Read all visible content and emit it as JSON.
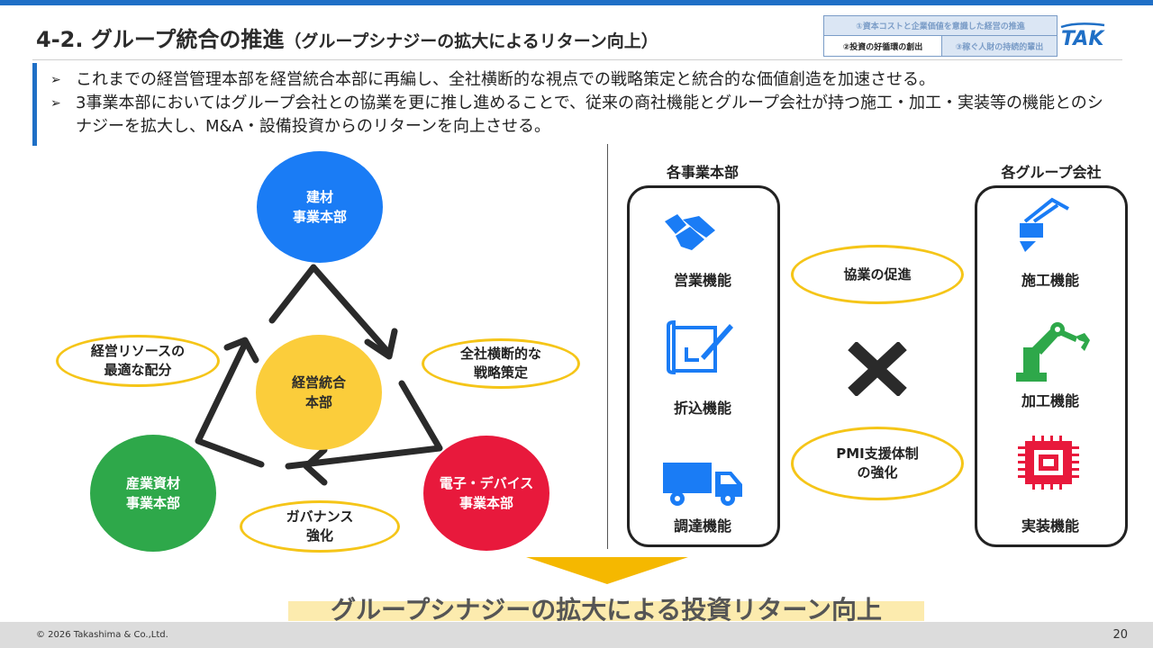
{
  "header": {
    "title_main": "4-2. グループ統合の推進",
    "title_sub": "（グループシナジーの拡大によるリターン向上）",
    "tags": {
      "tag1": "①資本コストと企業価値を意識した経営の推進",
      "tag2": "②投資の好循環の創出",
      "tag3": "③稼ぐ人財の持続的輩出"
    },
    "logo_text": "TAK"
  },
  "bullets": [
    "これまでの経営管理本部を経営統合本部に再編し、全社横断的な視点での戦略策定と統合的な価値創造を加速させる。",
    "3事業本部においてはグループ会社との協業を更に推し進めることで、従来の商社機能とグループ会社が持つ施工・加工・実装等の機能とのシナジーを拡大し、M&A・設備投資からのリターンを向上させる。"
  ],
  "cycle": {
    "top": "建材\n事業本部",
    "center": "経営統合\n本部",
    "left": "産業資材\n事業本部",
    "right": "電子・デバイス\n事業本部",
    "oval_left": "経営リソースの\n最適な配分",
    "oval_right": "全社横断的な\n戦略策定",
    "oval_bottom": "ガバナンス\n強化",
    "colors": {
      "top": "#1a7cf5",
      "center": "#fbcd3b",
      "left": "#2ea84a",
      "right": "#e8193c"
    }
  },
  "right_diagram": {
    "left_title": "各事業本部",
    "right_title": "各グループ会社",
    "left_funcs": [
      {
        "icon": "handshake-icon",
        "label": "営業機能"
      },
      {
        "icon": "blueprint-icon",
        "label": "折込機能"
      },
      {
        "icon": "truck-icon",
        "label": "調達機能"
      }
    ],
    "right_funcs": [
      {
        "icon": "crane-icon",
        "label": "施工機能"
      },
      {
        "icon": "robot-arm-icon",
        "label": "加工機能"
      },
      {
        "icon": "chip-icon",
        "label": "実装機能"
      }
    ],
    "oval_top": "協業の促進",
    "oval_bottom": "PMI支援体制\nの強化"
  },
  "conclusion": "グループシナジーの拡大による投資リターン向上",
  "footer": {
    "copyright": "© 2026  Takashima & Co.,Ltd.",
    "page": "20"
  },
  "colors": {
    "accent": "#1f6fc6",
    "oval_border": "#f5c518",
    "icon_blue": "#1a7cf5",
    "icon_green": "#2ea84a",
    "icon_red": "#e8193c"
  }
}
